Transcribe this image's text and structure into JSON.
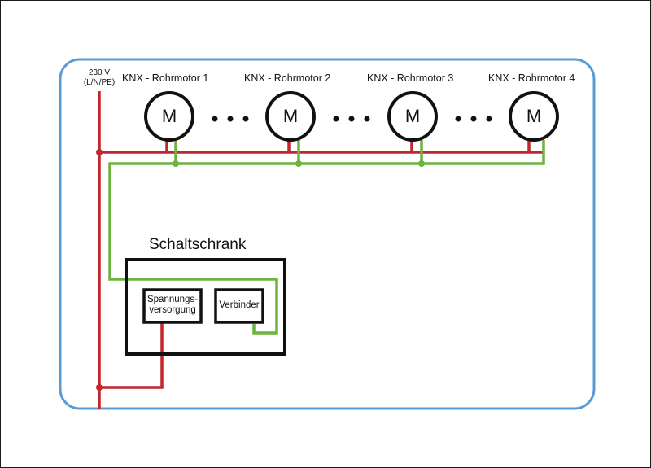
{
  "supply": {
    "line1": "230 V",
    "line2": "(L/N/PE)"
  },
  "motors": [
    {
      "label": "KNX - Rohrmotor 1",
      "symbol": "M"
    },
    {
      "label": "KNX - Rohrmotor 2",
      "symbol": "M"
    },
    {
      "label": "KNX - Rohrmotor 3",
      "symbol": "M"
    },
    {
      "label": "KNX - Rohrmotor 4",
      "symbol": "M"
    }
  ],
  "cabinet": {
    "title": "Schaltschrank",
    "power_supply": {
      "line1": "Spannungs-",
      "line2": "versorgung"
    },
    "coupler": "Verbinder"
  },
  "colors": {
    "power_line": "#c1272d",
    "bus_line": "#6cb33f",
    "boundary": "#5b9bd5",
    "outline": "#111111"
  }
}
